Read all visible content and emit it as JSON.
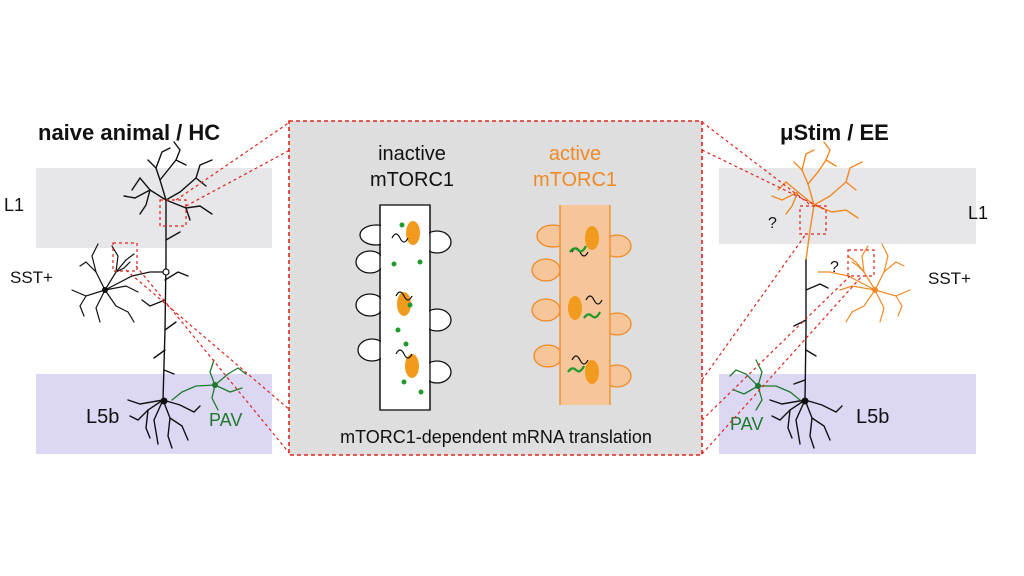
{
  "left_panel": {
    "title": "naive animal / HC",
    "layer_top": "L1",
    "layer_bottom": "L5b",
    "interneuron_sst": "SST+",
    "interneuron_pav": "PAV"
  },
  "right_panel": {
    "title": "μStim / EE",
    "layer_top": "L1",
    "layer_bottom": "L5b",
    "interneuron_sst": "SST+",
    "interneuron_pav": "PAV",
    "question_mark_1": "?",
    "question_mark_2": "?"
  },
  "center_panel": {
    "inactive_line1": "inactive",
    "inactive_line2": "mTORC1",
    "active_line1": "active",
    "active_line2": "mTORC1",
    "caption": "mTORC1-dependent mRNA translation"
  },
  "colors": {
    "layer_gray": "#e7e7e9",
    "layer_purple": "#dcd8f4",
    "panel_gray": "#dedede",
    "dashed_red": "#e0231c",
    "active_orange": "#f08a24",
    "dendrite_orange_fill": "#f6c69a",
    "ribosome_orange": "#f29a1e",
    "protein_green": "#1e9a2a",
    "pav_green": "#1f7a2e",
    "neuron_black": "#111111"
  }
}
